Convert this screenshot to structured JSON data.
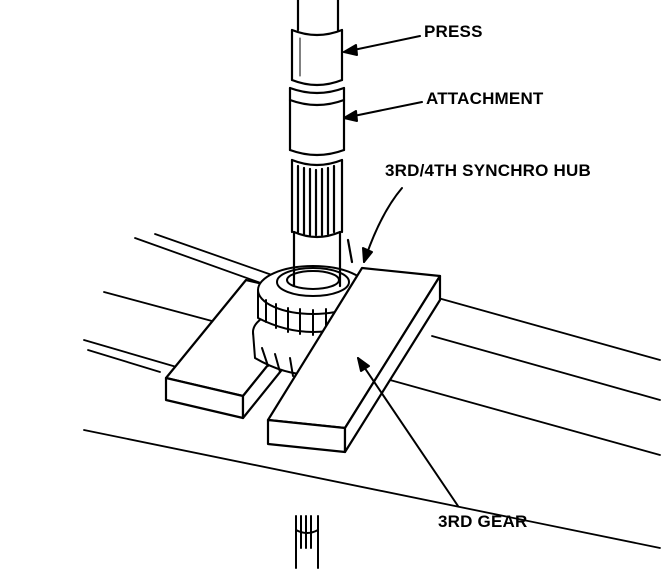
{
  "labels": {
    "press": "PRESS",
    "attachment": "ATTACHMENT",
    "synchro_hub": "3RD/4TH SYNCHRO HUB",
    "gear": "3RD GEAR"
  },
  "colors": {
    "ink": "#000000",
    "paper": "#ffffff"
  }
}
